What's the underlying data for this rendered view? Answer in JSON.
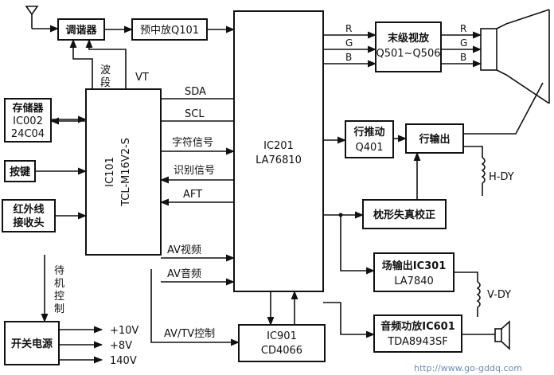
{
  "blocks": {
    "tuner": "调谐器",
    "if_amp": "预中放Q101",
    "ic201_name": "IC201",
    "ic201_part": "LA76810",
    "ic101_name": "IC101",
    "ic101_part": "TCL-M16V2-S",
    "memory_title": "存储器",
    "memory_ic": "IC002",
    "memory_part": "24C04",
    "keys": "按键",
    "ir_line1": "红外线",
    "ir_line2": "接收头",
    "power": "开关电源",
    "final_video_line1": "末级视放",
    "final_video_line2": "Q501~Q506",
    "h_drive_line1": "行推动",
    "h_drive_line2": "Q401",
    "h_output": "行输出",
    "pincushion": "枕形失真校正",
    "v_out_line1": "场输出IC301",
    "v_out_line2": "LA7840",
    "ic901_name": "IC901",
    "ic901_part": "CD4066",
    "audio_line1": "音频功放IC601",
    "audio_line2": "TDA8943SF"
  },
  "signals": {
    "band_1": "波",
    "band_2": "段",
    "vt": "VT",
    "sda": "SDA",
    "scl": "SCL",
    "osd": "字符信号",
    "ident": "识别信号",
    "aft": "AFT",
    "av_video": "AV视频",
    "av_audio": "AV音频",
    "av_tv_ctrl": "AV/TV控制",
    "standby_1": "待",
    "standby_2": "机",
    "standby_3": "控",
    "standby_4": "制",
    "r_in": "R",
    "g_in": "G",
    "b_in": "B",
    "r_out": "R",
    "g_out": "G",
    "b_out": "B",
    "hdy": "H-DY",
    "vdy": "V-DY",
    "v10": "+10V",
    "v8": "+8V",
    "v140": "140V"
  },
  "watermark": "http://www.go-gddq.com"
}
